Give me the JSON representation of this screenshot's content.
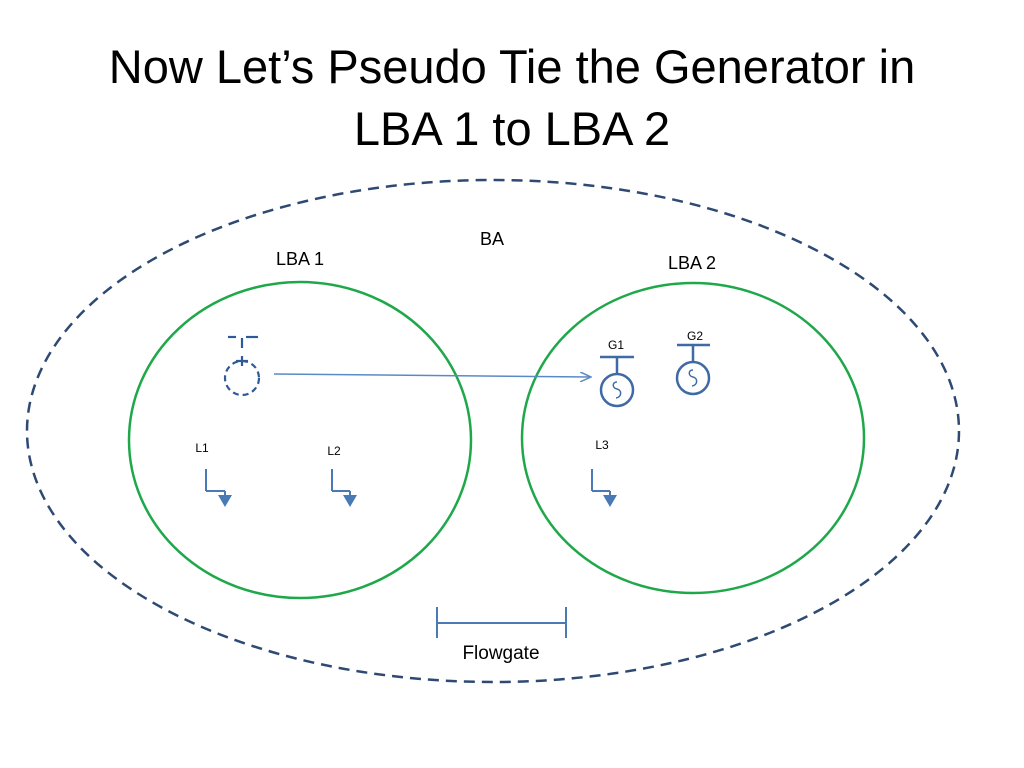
{
  "title": {
    "line1": "Now Let’s Pseudo Tie the Generator in",
    "line2": "LBA 1 to LBA 2"
  },
  "diagram": {
    "ba_label": "BA",
    "lba1_label": "LBA 1",
    "lba2_label": "LBA 2",
    "generators": [
      "G1",
      "G2"
    ],
    "loads": [
      "L1",
      "L2",
      "L3"
    ],
    "flowgate_label": "Flowgate"
  },
  "colors": {
    "ba_boundary": "#2e4a73",
    "lba_boundary": "#1fa84a",
    "symbol": "#4a7ab5",
    "arrow": "#5a8ac6"
  }
}
